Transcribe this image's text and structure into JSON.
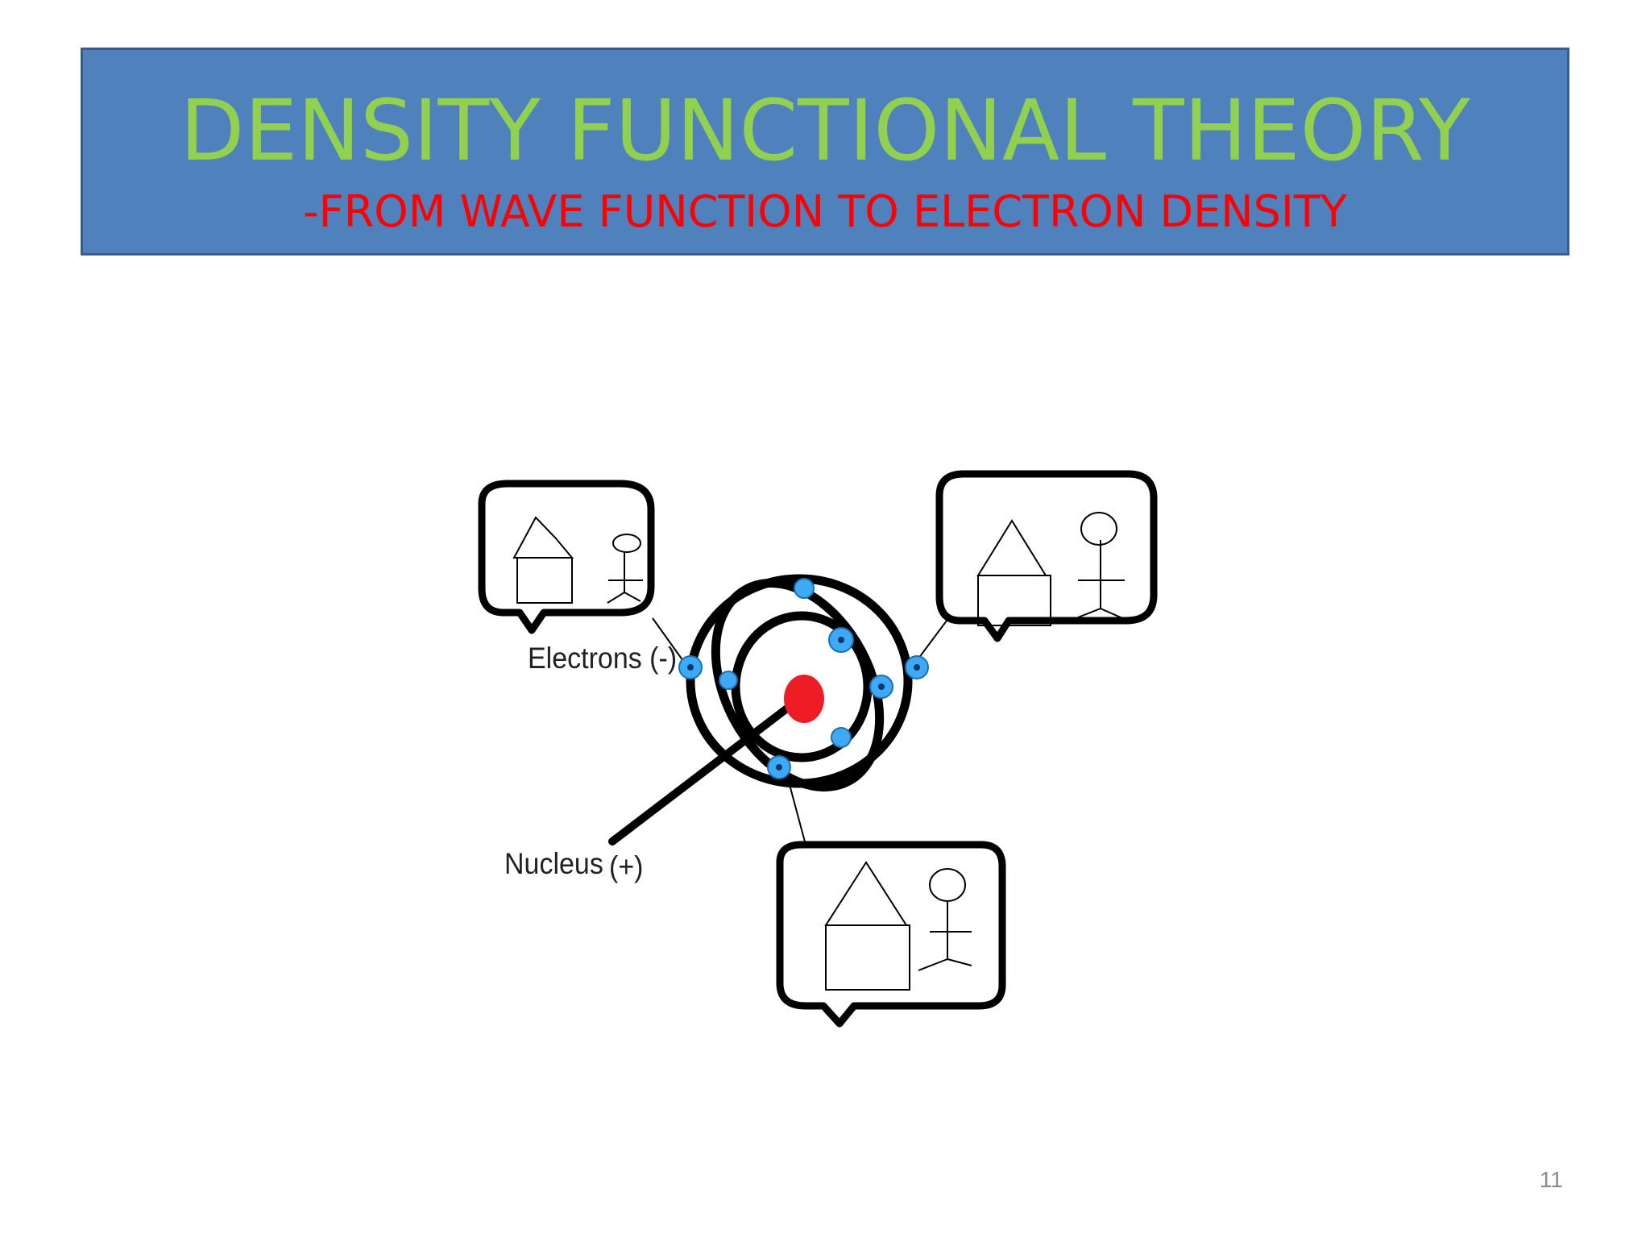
{
  "slide": {
    "title": "DENSITY FUNCTIONAL THEORY",
    "subtitle": "-FROM WAVE FUNCTION TO ELECTRON DENSITY",
    "number": "11"
  },
  "diagram": {
    "electrons_label": "Electrons (-)",
    "nucleus_label": "Nucleus",
    "nucleus_charge": "(+)"
  },
  "colors": {
    "header_fill": "#4f81bd",
    "title_text": "#92d050",
    "subtitle_text": "#ff0000",
    "nucleus": "#ee1c24",
    "electron": "#3fa9f5"
  }
}
